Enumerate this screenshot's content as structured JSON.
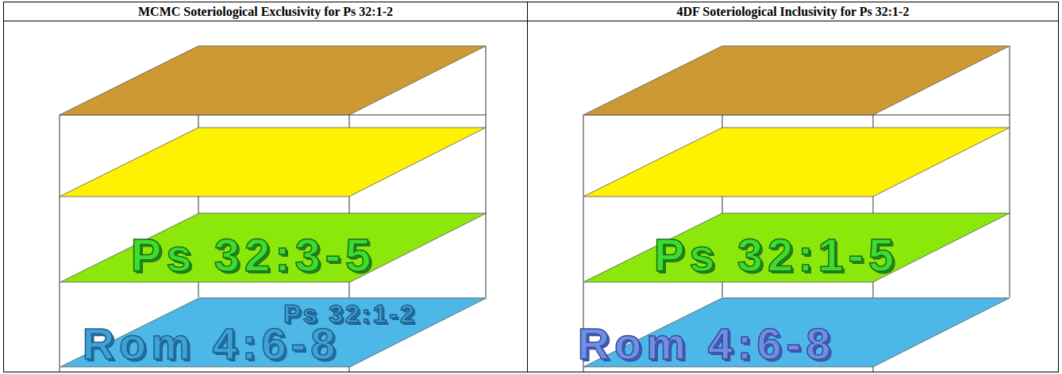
{
  "diagram": {
    "nodes": [
      {
        "text": [
          "MCMC Soteriological Exclusivity for Ps 32:1-2"
        ]
      },
      {
        "text": [
          "Ps 32:3-5"
        ],
        "in": 0
      },
      {
        "text": [
          "Ps 32:1-2",
          "Rom 4:6-8"
        ],
        "in": 0
      },
      {
        "text": [
          "4DF Soteriological Inclusivity for Ps 32:1-2"
        ]
      },
      {
        "text": [
          "Ps 32:1-5"
        ],
        "in": 3
      },
      {
        "text": [
          "Rom 4:6-8"
        ],
        "in": 3
      }
    ]
  }
}
